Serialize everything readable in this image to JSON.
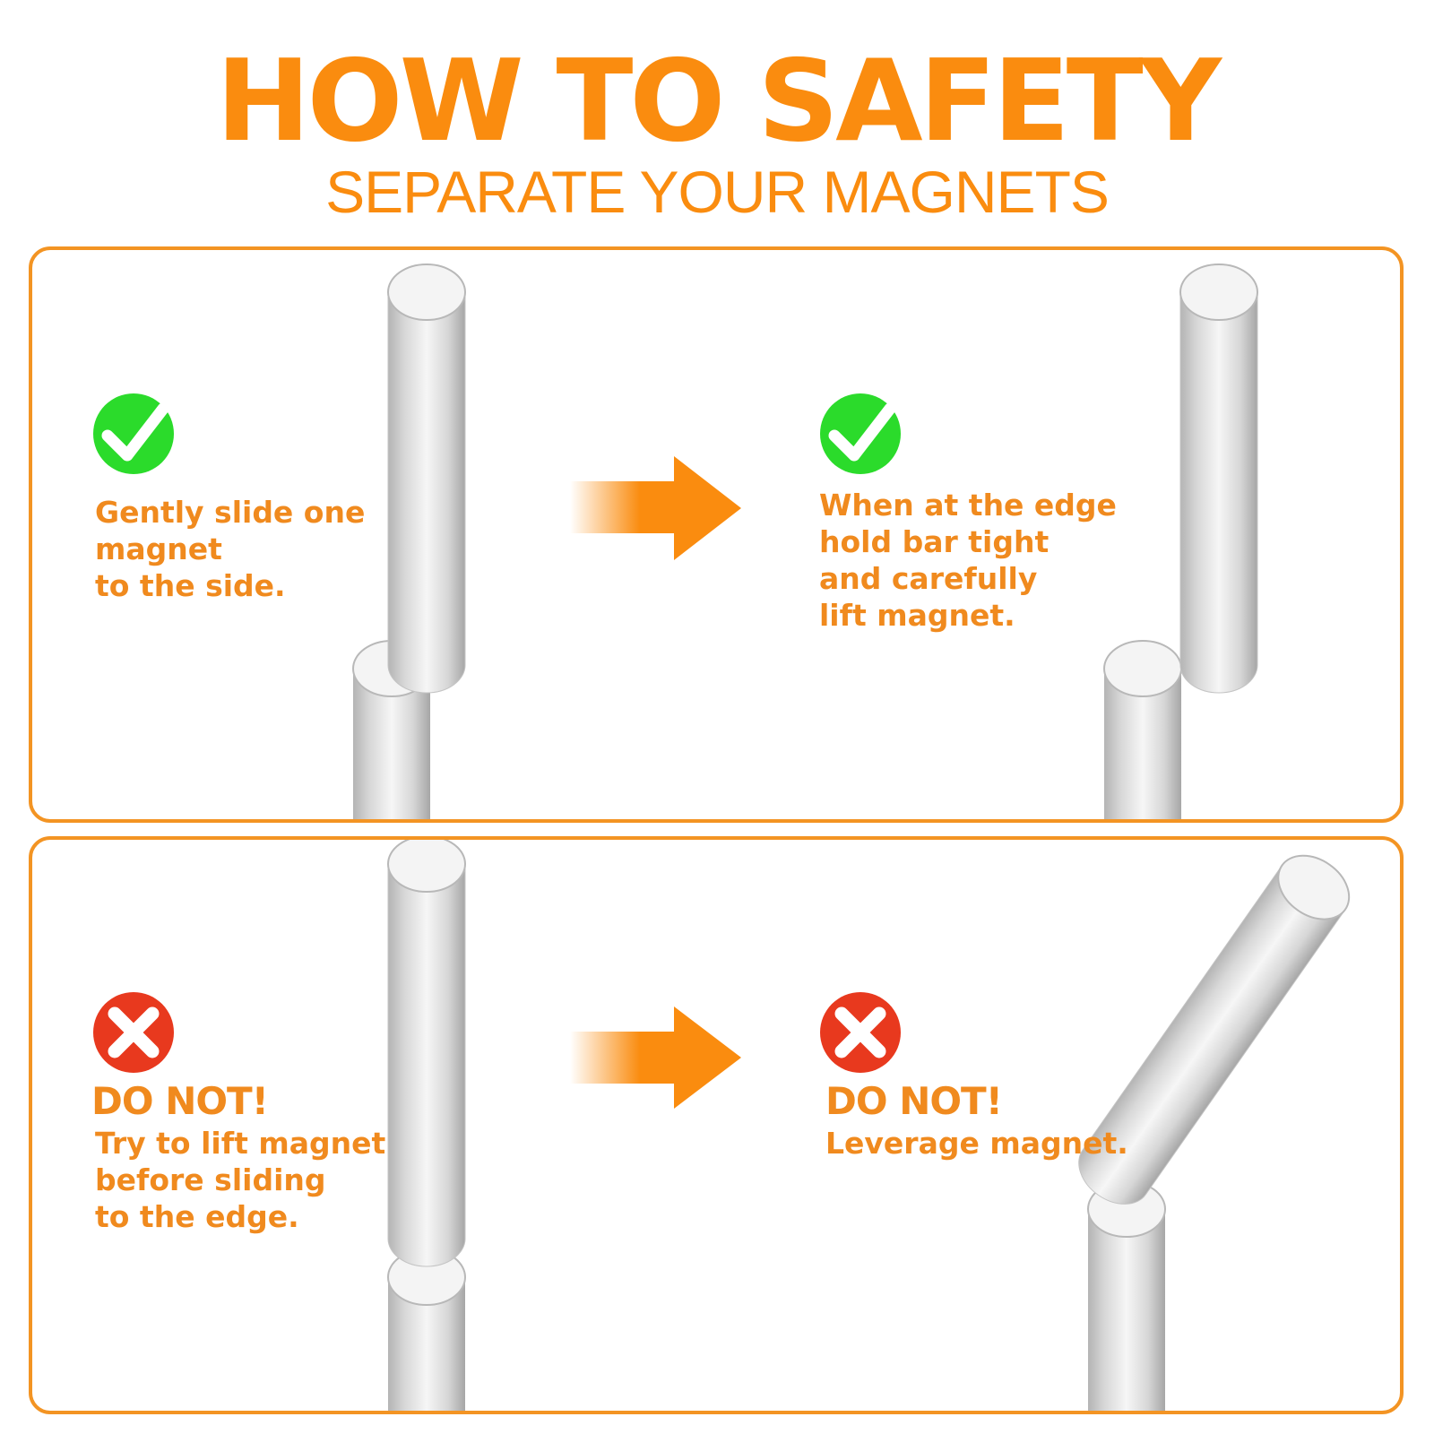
{
  "header": {
    "title": "HOW TO SAFETY",
    "subtitle": "SEPARATE YOUR MAGNETS"
  },
  "panels": [
    {
      "kind": "correct",
      "steps": [
        {
          "status_icon": "check-icon",
          "caption": "Gently slide one\nmagnet\nto the side."
        },
        {
          "status_icon": "check-icon",
          "caption": "When at the edge\nhold bar tight\nand carefully\nlift magnet."
        }
      ],
      "connector_icon": "arrow-right-icon"
    },
    {
      "kind": "incorrect",
      "steps": [
        {
          "status_icon": "cross-icon",
          "heading": "DO NOT!",
          "caption": "Try to lift magnet\nbefore sliding\nto the edge."
        },
        {
          "status_icon": "cross-icon",
          "heading": "DO NOT!",
          "caption": "Leverage magnet."
        }
      ],
      "connector_icon": "arrow-right-icon"
    }
  ],
  "colors": {
    "accent": "#FA8C0F",
    "panel_border": "#F39423",
    "check": "#2BDB2B",
    "cross": "#E8391E",
    "magnet_light": "#F5F5F5",
    "magnet_dark": "#A9A9A9"
  }
}
